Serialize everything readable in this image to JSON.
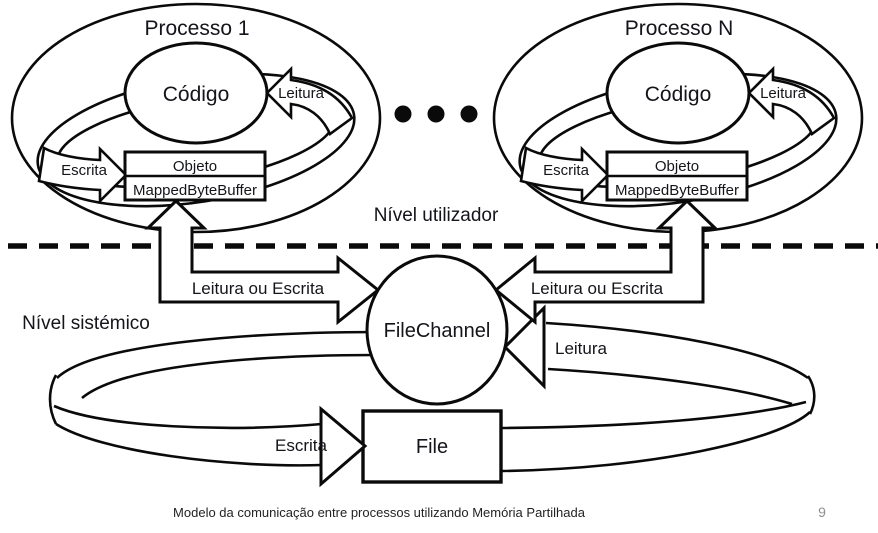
{
  "diagram": {
    "processes": [
      {
        "title": "Processo 1",
        "code_label": "Código",
        "read_label": "Leitura",
        "write_label": "Escrita",
        "object_title": "Objeto",
        "object_subtitle": "MappedByteBuffer"
      },
      {
        "title": "Processo N",
        "code_label": "Código",
        "read_label": "Leitura",
        "write_label": "Escrita",
        "object_title": "Objeto",
        "object_subtitle": "MappedByteBuffer"
      }
    ],
    "levels": {
      "user": "Nível utilizador",
      "system": "Nível sistémico"
    },
    "file_channel": "FileChannel",
    "file": "File",
    "rw_labels": {
      "left": "Leitura ou Escrita",
      "right": "Leitura ou Escrita"
    },
    "bottom": {
      "read": "Leitura",
      "write": "Escrita"
    }
  },
  "footer": {
    "caption": "Modelo da comunicação entre processos utilizando Memória Partilhada",
    "page_number": "9"
  },
  "colors": {
    "ink": "#0a0a0a",
    "text": "#14141a",
    "caption": "#232323",
    "page_number": "#909090",
    "background": "#ffffff"
  }
}
